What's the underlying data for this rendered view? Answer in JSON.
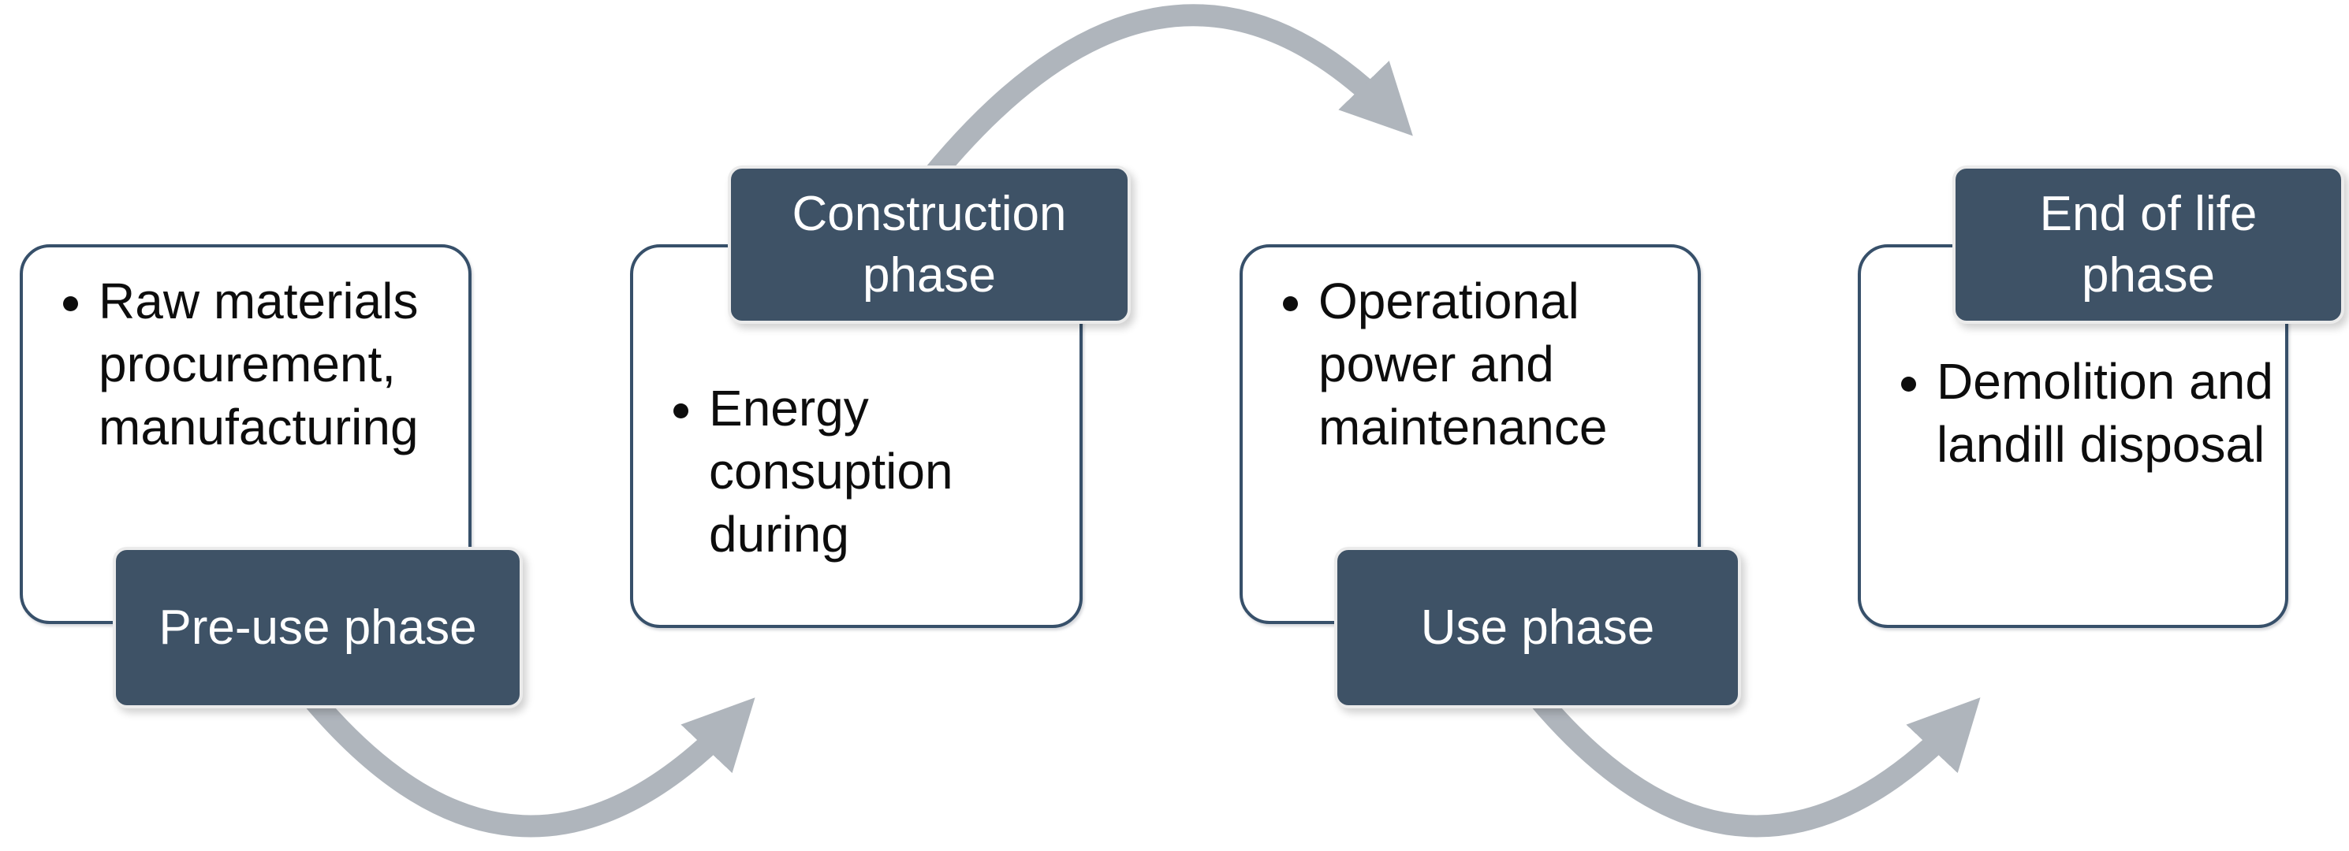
{
  "diagram": {
    "type": "process-cycle",
    "phases": [
      {
        "name": "Pre-use phase",
        "label_position": "bottom-overlap",
        "bullets": [
          "Raw materials procurement, manufacturing"
        ]
      },
      {
        "name": "Construction phase",
        "label_position": "top-overlap",
        "bullets": [
          "Energy consuption during"
        ]
      },
      {
        "name": "Use phase",
        "label_position": "bottom-overlap",
        "bullets": [
          "Operational power and maintenance"
        ]
      },
      {
        "name": "End of life phase",
        "label_position": "top-overlap",
        "bullets": [
          "Demolition and landill disposal"
        ]
      }
    ],
    "connections": [
      {
        "from": "Pre-use phase",
        "to": "Construction phase",
        "style": "curved-arrow-bottom"
      },
      {
        "from": "Construction phase",
        "to": "Use phase",
        "style": "curved-arrow-top"
      },
      {
        "from": "Use phase",
        "to": "End of life phase",
        "style": "curved-arrow-bottom"
      }
    ],
    "colors": {
      "label_fill": "#3E5266",
      "label_text": "#ffffff",
      "label_outline": "#EBEBEB",
      "box_fill": "#ffffff",
      "box_border": "#37506A",
      "arrow": "#AFB5BC",
      "bullet_text": "#0d0d0d",
      "background": "#ffffff"
    }
  }
}
